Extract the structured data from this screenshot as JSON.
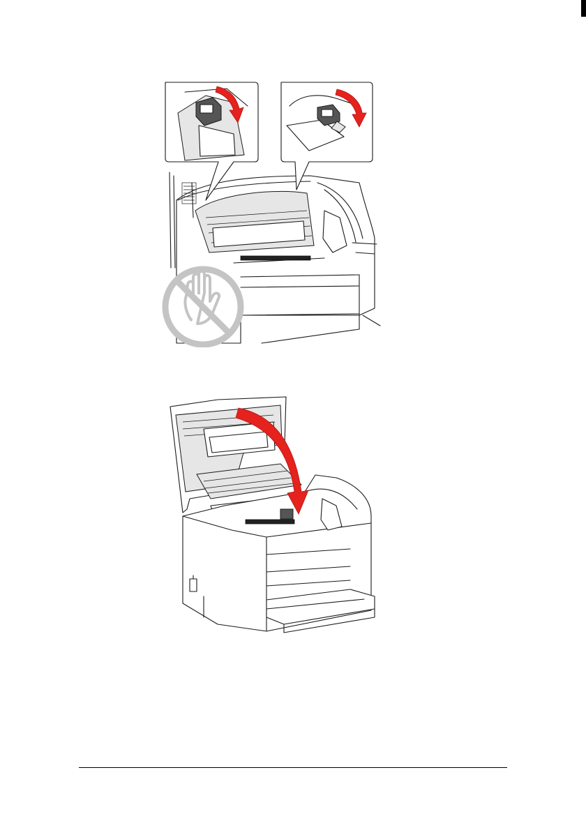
{
  "figures": [
    {
      "name": "unlock-fuser-levers",
      "callouts": [
        "left-fuser-lever-detail",
        "right-fuser-lever-detail"
      ],
      "warning_icon": "no-touch-icon"
    },
    {
      "name": "close-top-cover"
    }
  ],
  "colors": {
    "arrow": "#e5221d",
    "warning_symbol": "#bfbfbf",
    "line_art": "#1a1a1a"
  }
}
